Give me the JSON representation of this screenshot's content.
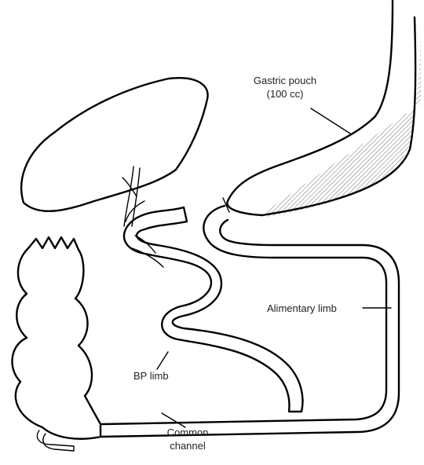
{
  "labels": {
    "gastric_pouch": "Gastric pouch",
    "gastric_pouch_volume": "(100 cc)",
    "alimentary_limb": "Alimentary limb",
    "bp_limb": "BP limb",
    "common_channel_line1": "Common",
    "common_channel_line2": "channel"
  }
}
